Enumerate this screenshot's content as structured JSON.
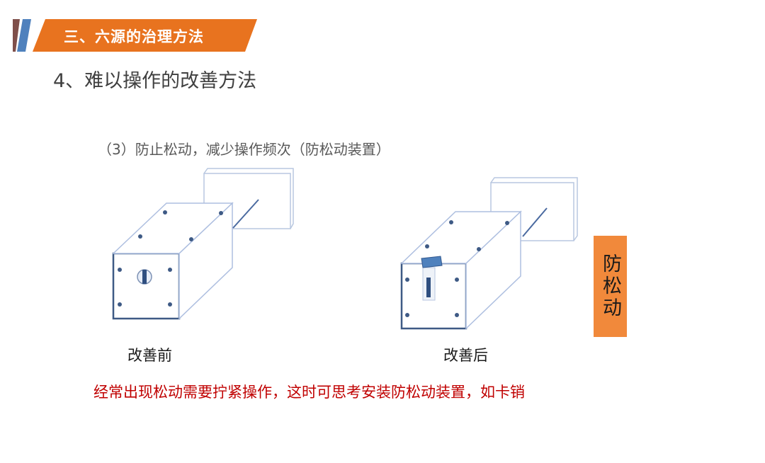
{
  "header": {
    "section_title": "三、六源的治理方法",
    "accent_color": "#e8731f",
    "stripe_colors": [
      "#7f4f4a",
      "#4f81bd"
    ]
  },
  "page": {
    "subtitle": "4、难以操作的改善方法",
    "caption": "（3）防止松动，减少操作频次（防松动装置）"
  },
  "figures": {
    "before_label": "改善前",
    "after_label": "改善后",
    "badge_text": "防松动",
    "badge_color": "#f1893b"
  },
  "footer": {
    "note": "经常出现松动需要拧紧操作，这时可思考安装防松动装置，如卡销"
  }
}
